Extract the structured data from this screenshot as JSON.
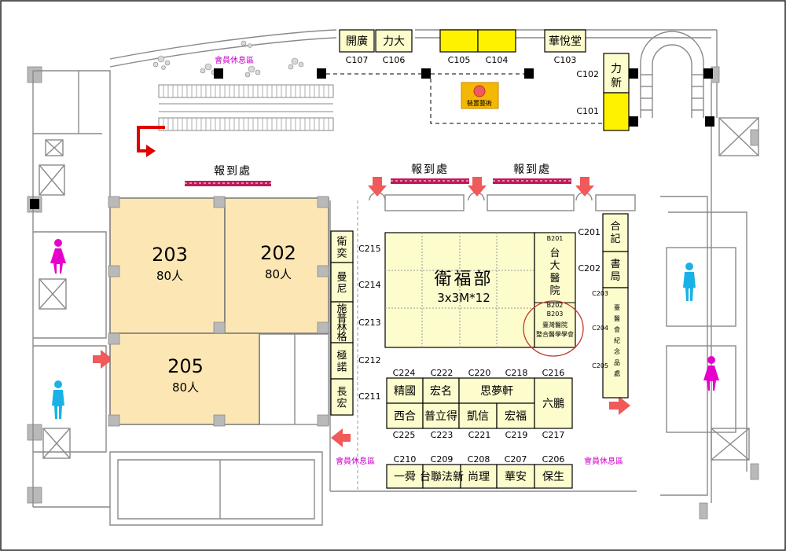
{
  "booths_top": [
    {
      "code": "C107",
      "name": "開廣"
    },
    {
      "code": "C106",
      "name": "力大"
    },
    {
      "code": "C105",
      "name": ""
    },
    {
      "code": "C104",
      "name": ""
    },
    {
      "code": "C103",
      "name": "華悅堂"
    },
    {
      "code": "C102",
      "name": "力"
    },
    {
      "code": "C101",
      "name": "新"
    }
  ],
  "installation_art": "裝置藝術",
  "lounge_label": "會員休息區",
  "registration_label": "報到處",
  "rooms": [
    {
      "number": "203",
      "capacity": "80人"
    },
    {
      "number": "202",
      "capacity": "80人"
    },
    {
      "number": "205",
      "capacity": "80人"
    }
  ],
  "welfare": {
    "name": "衛福部",
    "size": "3x3M*12"
  },
  "b_booths": {
    "b201": {
      "code": "B201",
      "chars": [
        "台",
        "大",
        "醫",
        "院"
      ]
    },
    "b202": {
      "code": "B202"
    },
    "b203": {
      "code": "B203",
      "line1": "臺灣醫院",
      "line2": "整合醫學學會"
    }
  },
  "left_column": [
    {
      "code": "C215",
      "chars": [
        "衛",
        "奕"
      ]
    },
    {
      "code": "C214",
      "chars": [
        "曼",
        "尼"
      ]
    },
    {
      "code": "C213",
      "chars": [
        "施",
        "普",
        "林",
        "格"
      ]
    },
    {
      "code": "C212",
      "chars": [
        "極",
        "諾"
      ]
    },
    {
      "code": "C211",
      "chars": [
        "長",
        "宏"
      ]
    }
  ],
  "right_column": [
    {
      "code": "C201",
      "chars": [
        "合",
        "記"
      ]
    },
    {
      "code": "C202",
      "chars": [
        "書",
        "局"
      ]
    }
  ],
  "memorial": {
    "codes": [
      "C203",
      "C204",
      "C205"
    ],
    "chars": [
      "臺",
      "醫",
      "會",
      "紀",
      "念",
      "品",
      "處"
    ]
  },
  "middle_block": {
    "top_codes": [
      "C224",
      "C222",
      "C220",
      "C218",
      "C216"
    ],
    "top_names": [
      "精國",
      "宏名",
      "思夢軒",
      "六鵬"
    ],
    "bottom_names": [
      "西合",
      "普立得",
      "凱信",
      "宏福"
    ],
    "bottom_codes": [
      "C225",
      "C223",
      "C221",
      "C219",
      "C217"
    ]
  },
  "bottom_row": [
    {
      "code": "C210",
      "name": "一舜"
    },
    {
      "code": "C209",
      "name": "台聯法新"
    },
    {
      "code": "C208",
      "name": "尚理"
    },
    {
      "code": "C207",
      "name": "華安"
    },
    {
      "code": "C206",
      "name": "保生"
    }
  ],
  "colors": {
    "room": "#fce7b4",
    "booth": "#fdfccd",
    "booth_highlight": "#fff200",
    "registration": "#c2185b",
    "lounge": "#cc00cc",
    "arrow": "#f05a5a",
    "women": "#e600cc",
    "men": "#1ab2e6"
  }
}
